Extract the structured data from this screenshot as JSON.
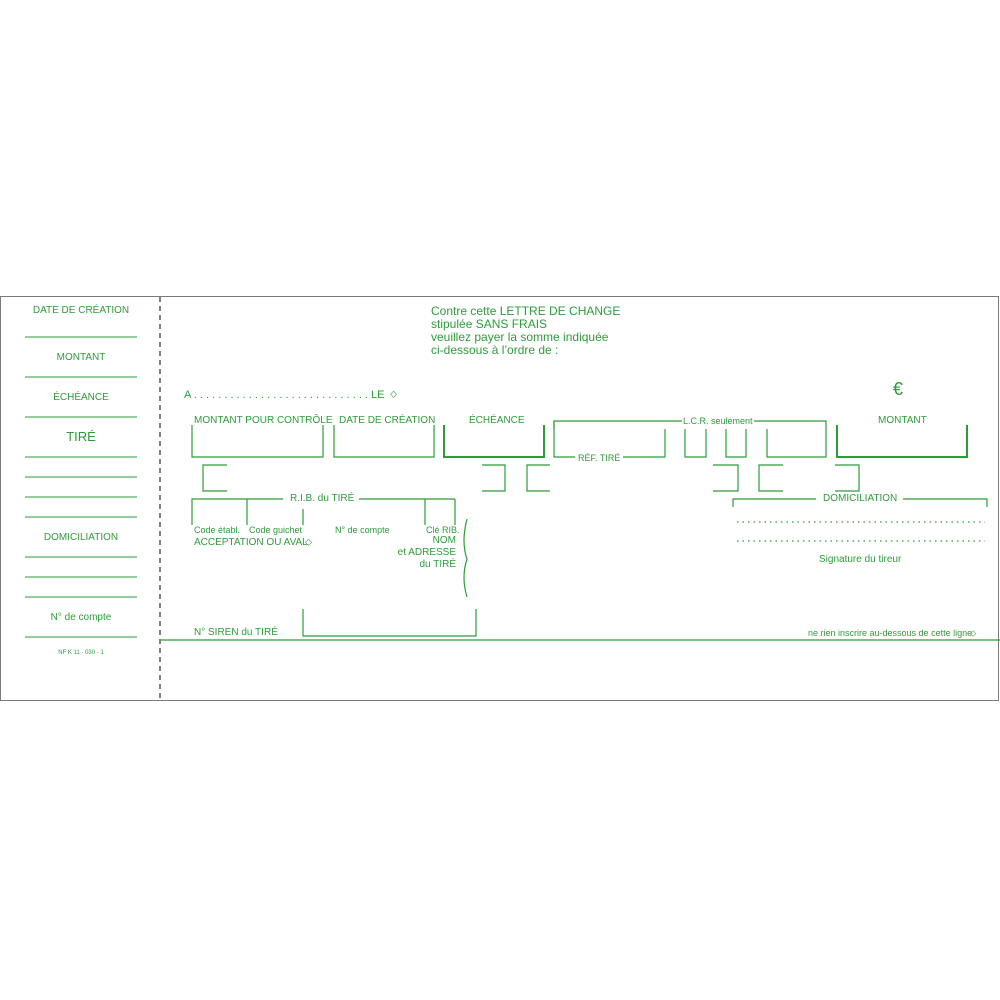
{
  "stub": {
    "date_creation": "DATE DE CRÉATION",
    "montant": "MONTANT",
    "echeance": "ÉCHÉANCE",
    "tire": "TIRÉ",
    "domiciliation": "DOMICILIATION",
    "no_compte": "N° de compte",
    "norme": "NF K 11 - 030 - 1"
  },
  "header": {
    "line1": "Contre cette LETTRE DE CHANGE",
    "line2": "stipulée SANS FRAIS",
    "line3": "veuillez payer la somme indiquée",
    "line4": "ci-dessous à l’ordre de :"
  },
  "place_date": {
    "a": "A . . . . . . . . . . . . . . . . . . . . . . . . . . . . . LE",
    "currency": "€"
  },
  "fields": {
    "montant_controle": "MONTANT POUR CONTRÔLE",
    "date_creation": "DATE DE CRÉATION",
    "echeance": "ÉCHÉANCE",
    "lcr": "L.C.R. seulement",
    "ref_tire": "RÉF. TIRÉ",
    "montant": "MONTANT"
  },
  "rib": {
    "title": "R.I.B. du TIRÉ",
    "code_etabl": "Code établ.",
    "code_guichet": "Code guichet",
    "no_compte": "N° de compte",
    "cle_rib": "Clé RIB.",
    "acceptation": "ACCEPTATION OU AVAL",
    "nom_adresse_1": "NOM",
    "nom_adresse_2": "et ADRESSE",
    "nom_adresse_3": "du TIRÉ"
  },
  "domiciliation": {
    "title": "DOMICILIATION",
    "signature": "Signature du tireur"
  },
  "footer": {
    "siren": "N° SIREN du TIRÉ",
    "notice": "ne rien inscrire au-dessous de cette ligne"
  }
}
